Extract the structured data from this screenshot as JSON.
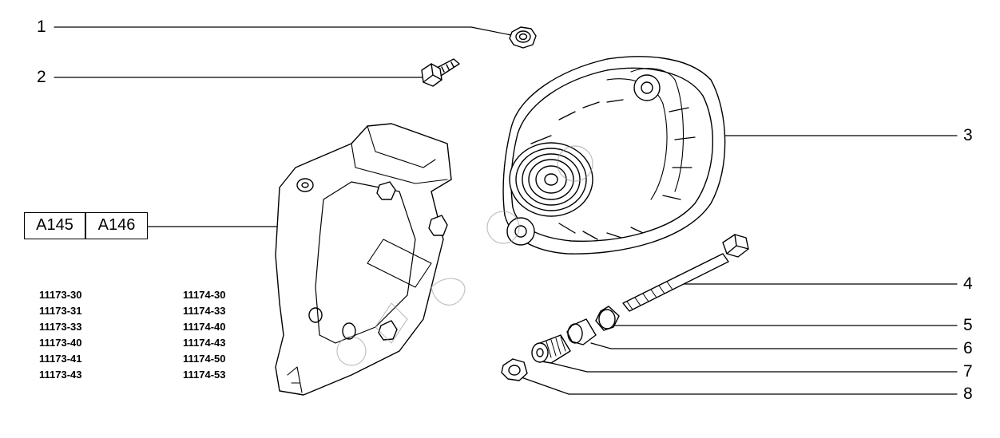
{
  "callouts": [
    "1",
    "2",
    "3",
    "4",
    "5",
    "6",
    "7",
    "8"
  ],
  "ref_boxes": [
    "A145",
    "A146"
  ],
  "model_codes": {
    "left": [
      "11173-30",
      "11173-31",
      "11173-33",
      "11173-40",
      "11173-41",
      "11173-43"
    ],
    "right": [
      "11174-30",
      "11174-33",
      "11174-40",
      "11174-43",
      "11174-50",
      "11174-53"
    ]
  },
  "colors": {
    "line": "#000000",
    "background": "#ffffff",
    "watermark": "#9a9a9a"
  }
}
